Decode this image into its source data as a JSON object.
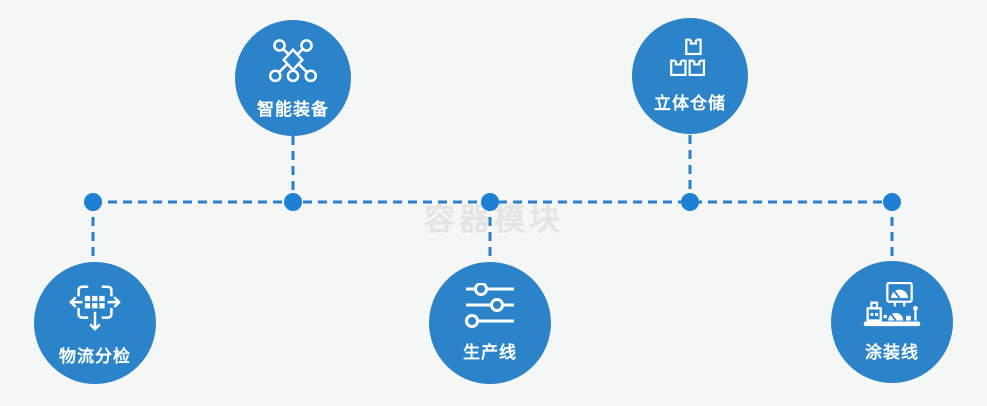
{
  "watermark": {
    "text": "容器模块"
  },
  "nodes": [
    {
      "id": "smart-equipment",
      "label": "智能装备",
      "icon": "network-nodes-icon",
      "position": "top-left"
    },
    {
      "id": "stereoscopic-warehouse",
      "label": "立体仓储",
      "icon": "stacked-boxes-icon",
      "position": "top-right"
    },
    {
      "id": "logistics-sorting",
      "label": "物流分检",
      "icon": "sort-distribute-icon",
      "position": "bottom-left"
    },
    {
      "id": "production-line",
      "label": "生产线",
      "icon": "sliders-icon",
      "position": "bottom-center"
    },
    {
      "id": "painting-line",
      "label": "涂装线",
      "icon": "control-console-icon",
      "position": "bottom-right"
    }
  ],
  "colors": {
    "circle_blue": "#2b83c9",
    "connector_blue": "#2a80cb",
    "junction_dot_blue": "#1e80d4",
    "icon_white": "#ffffff",
    "background": "#f5f6f6",
    "watermark_gray": "#e4e4e4"
  }
}
